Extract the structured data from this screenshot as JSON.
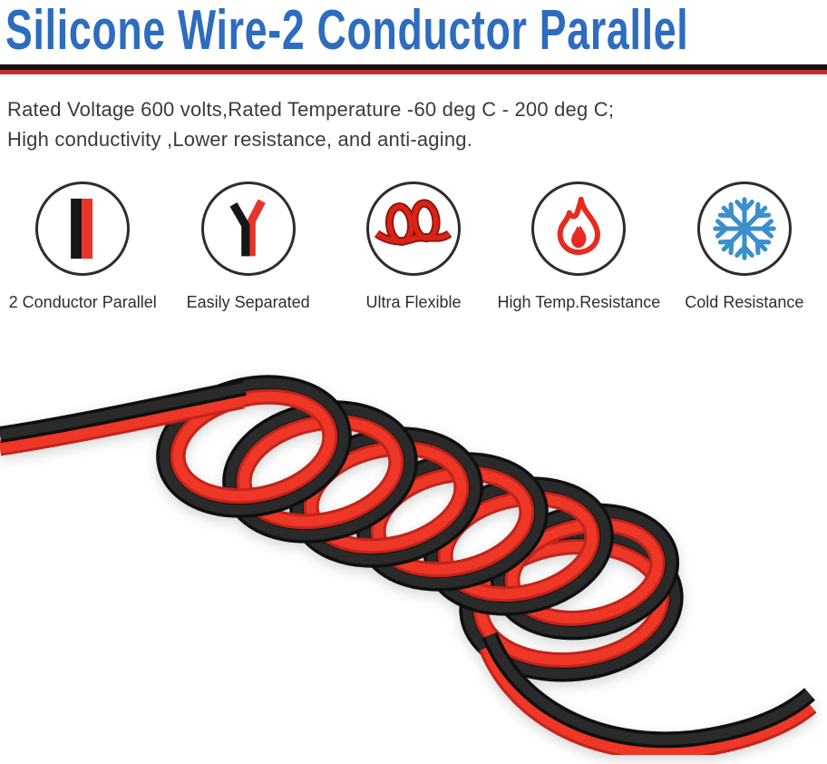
{
  "header": {
    "title": "Silicone Wire-2 Conductor Parallel",
    "title_color": "#2d6cbe"
  },
  "divider": {
    "top_color": "#141414",
    "bottom_color": "#c0302a"
  },
  "description": {
    "line1": "Rated Voltage 600 volts,Rated Temperature -60 deg C - 200 deg C;",
    "line2": "High conductivity ,Lower resistance, and anti-aging.",
    "text_color": "#3a3a3a"
  },
  "features": [
    {
      "icon": "parallel-bars-icon",
      "label": "2 Conductor Parallel"
    },
    {
      "icon": "y-split-icon",
      "label": "Easily Separated"
    },
    {
      "icon": "coil-icon",
      "label": "Ultra Flexible"
    },
    {
      "icon": "flame-icon",
      "label": "High Temp.Resistance"
    },
    {
      "icon": "snowflake-icon",
      "label": "Cold Resistance"
    }
  ],
  "palette": {
    "icon_black": "#161616",
    "icon_red": "#e5352a",
    "icon_dark_red": "#8e120c",
    "snowflake_blue": "#3b8fcb",
    "circle_outline": "#2d2d2d",
    "wire_black": "#1b1b1b",
    "wire_red": "#ee3726",
    "wire_red_edge": "#c0241b"
  },
  "photo": {
    "subject": "coiled-red-black-2-conductor-parallel-silicone-wire"
  }
}
